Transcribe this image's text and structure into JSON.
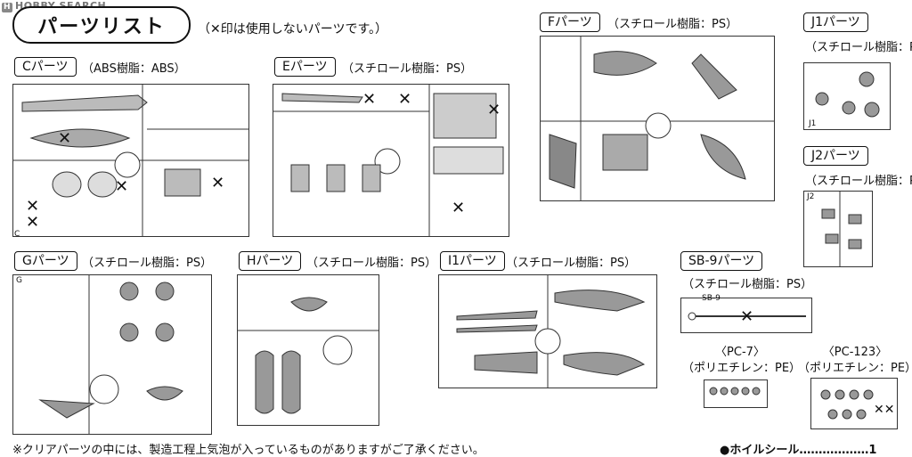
{
  "watermark": "HOBBY SEARCH",
  "header": {
    "title": "パーツリスト",
    "note": "（✕印は使用しないパーツです。）"
  },
  "sections": {
    "C": {
      "label": "Cパーツ",
      "material": "（ABS樹脂：ABS）"
    },
    "E": {
      "label": "Eパーツ",
      "material": "（スチロール樹脂：PS）"
    },
    "F": {
      "label": "Fパーツ",
      "material": "（スチロール樹脂：PS）"
    },
    "J1": {
      "label": "J1パーツ",
      "material": "（スチロール樹脂：PS）"
    },
    "J2": {
      "label": "J2パーツ",
      "material": "（スチロール樹脂：PS）"
    },
    "G": {
      "label": "Gパーツ",
      "material": "（スチロール樹脂：PS）"
    },
    "H": {
      "label": "Hパーツ",
      "material": "（スチロール樹脂：PS）"
    },
    "I1": {
      "label": "I1パーツ",
      "material": "（スチロール樹脂：PS）"
    },
    "SB9": {
      "label": "SB-9パーツ",
      "material": "（スチロール樹脂：PS）"
    },
    "PC7": {
      "label": "〈PC-7〉",
      "material": "（ポリエチレン：PE）"
    },
    "PC123": {
      "label": "〈PC-123〉",
      "material": "（ポリエチレン：PE）"
    }
  },
  "runner_tags": {
    "C": "C",
    "G": "G",
    "J1": "J1",
    "J2": "J2",
    "SB9": "SB-9"
  },
  "footer": {
    "note": "※クリアパーツの中には、製造工程上気泡が入っているものがありますがご了承ください。",
    "seal": "●ホイルシール………………1"
  }
}
